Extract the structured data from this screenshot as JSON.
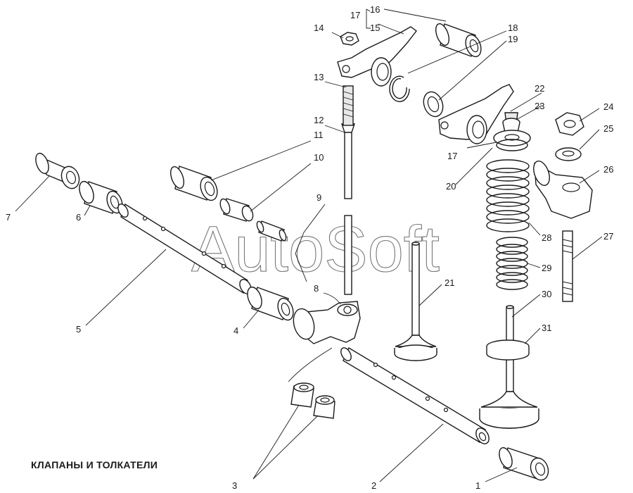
{
  "title": "КЛАПАНЫ И ТОЛКАТЕЛИ",
  "watermark": "AutoSoft",
  "callouts": {
    "n1": "1",
    "n2": "2",
    "n3": "3",
    "n4": "4",
    "n5": "5",
    "n6": "6",
    "n7": "7",
    "n8": "8",
    "n9": "9",
    "n10": "10",
    "n11": "11",
    "n12": "12",
    "n13": "13",
    "n14": "14",
    "n15": "15",
    "n16": "16",
    "n17a": "17",
    "n17b": "17",
    "n18": "18",
    "n19": "19",
    "n20": "20",
    "n21": "21",
    "n22": "22",
    "n23": "23",
    "n24": "24",
    "n25": "25",
    "n26": "26",
    "n27": "27",
    "n28": "28",
    "n29": "29",
    "n30": "30",
    "n31": "31"
  }
}
